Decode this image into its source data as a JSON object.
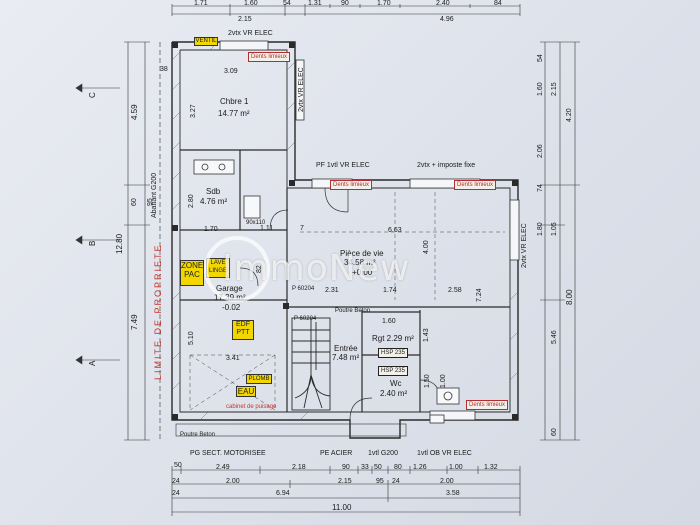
{
  "top_dims": {
    "row1": [
      "1.71",
      "1.60",
      "54",
      "1.31",
      "90",
      "1.70",
      "2.40",
      "84"
    ],
    "row2": [
      "2.15",
      "4.96"
    ]
  },
  "bottom_dims": {
    "row1": [
      "50",
      "2.49",
      "2.18",
      "90",
      "33",
      "50",
      "80",
      "1.26",
      "1.00",
      "1.32"
    ],
    "row2": [
      "24",
      "2.00",
      "2.15",
      "95",
      "24",
      "2.00"
    ],
    "row3": [
      "24",
      "6.94",
      "3.58"
    ],
    "row4": [
      "11.00"
    ]
  },
  "left_dims": [
    "4.59",
    "60",
    "95",
    "12.80",
    "7.49",
    "38",
    "C",
    "B",
    "A"
  ],
  "right_dims": [
    "54",
    "1.60",
    "2.15",
    "4.20",
    "2.06",
    "74",
    "1.80",
    "1.05",
    "8.00",
    "5.46",
    "60"
  ],
  "facade": {
    "top_left": "2vtx VR ELEC",
    "top_right": "2vtx VR ELEC",
    "mid_left": "PF 1vtl VR ELEC",
    "mid_right": "2vtx + imposte fixe",
    "right_side": "2vtx VR ELEC",
    "bottom_garage": "PG SECT. MOTORISEE",
    "bottom_mid": "PE ACIER",
    "bottom_g200": "1vtl G200",
    "bottom_right": "1vtl OB VR ELEC",
    "left_side": "Abattant G200",
    "property_limit": "LIMITE DE PROPRIETE",
    "ventil": "VENTIL"
  },
  "rooms": {
    "chbre": {
      "name": "Chbre 1",
      "area": "14.77 m²",
      "w": "3.09",
      "h": "3.27"
    },
    "sdb": {
      "name": "Sdb",
      "area": "4.76 m²",
      "w": "1.70",
      "h": "2.80"
    },
    "piece": {
      "name": "Pièce de vie",
      "area": "34.58 m²",
      "level": "+0.00",
      "w": "6.63",
      "h": "4.00"
    },
    "garage": {
      "name": "Garage",
      "area": "17.39 m²",
      "level": "-0.02",
      "w": "3.41",
      "h": "5.10"
    },
    "entree": {
      "name": "Entrée",
      "area": "7.48 m²"
    },
    "rgt": {
      "name": "Rgt 2.29 m²"
    },
    "wc": {
      "name": "Wc",
      "area": "2.40 m²"
    }
  },
  "inner_dims": [
    "2.31",
    "1.74",
    "2.58",
    "1.60",
    "1.43",
    "1.50",
    "1.00",
    "7.24",
    "7",
    "82",
    "1.11",
    "90x110"
  ],
  "labels": {
    "zone_pac": [
      "ZONE",
      "PAC"
    ],
    "lave_linge": [
      "LAVE",
      "LINGE"
    ],
    "edf_ptt": [
      "EDF",
      "PTT"
    ],
    "plomb": "PLOMB",
    "eau": "EAU",
    "hsp1": "HSP 235",
    "hsp2": "HSP 235",
    "cabinet": "cabinet de puisage",
    "poteau1": "P 60204",
    "poteau2": "P 60204",
    "dots": "Dents limieux",
    "seuil": "Poutre Beton"
  },
  "watermark": "ImmoNew"
}
